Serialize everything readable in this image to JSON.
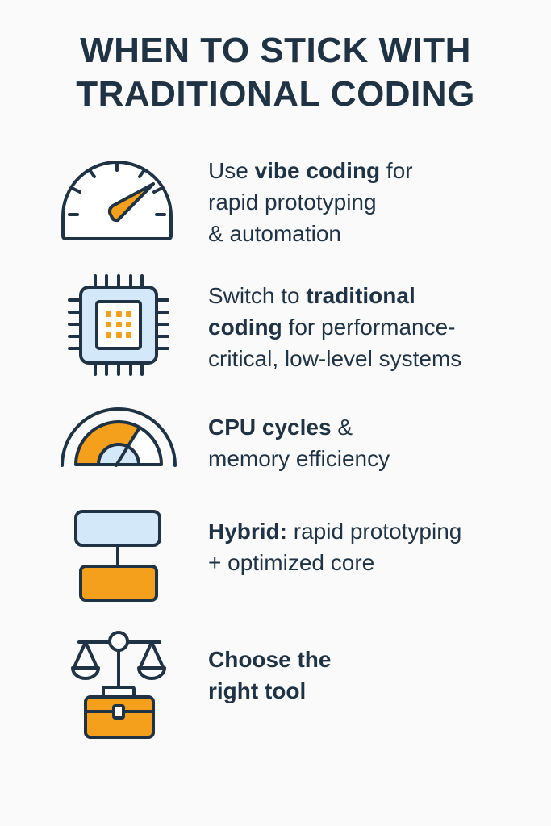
{
  "title": {
    "line1": "WHEN TO STICK WITH",
    "line2": "TRADITIONAL CODING"
  },
  "colors": {
    "background": "#fafafa",
    "ink": "#1f3344",
    "accent_orange": "#f5a01d",
    "accent_blue": "#d3e8f8"
  },
  "items": [
    {
      "icon": "speedometer-icon",
      "lines": [
        {
          "pre": "Use ",
          "bold": "vibe coding",
          "post": " for"
        },
        {
          "pre": "rapid prototyping",
          "bold": "",
          "post": ""
        },
        {
          "pre": "& automation",
          "bold": "",
          "post": ""
        }
      ]
    },
    {
      "icon": "cpu-chip-icon",
      "lines": [
        {
          "pre": "Switch to ",
          "bold": "traditional",
          "post": ""
        },
        {
          "pre": "",
          "bold": "coding",
          "post": " for performance-"
        },
        {
          "pre": "critical, low-level systems",
          "bold": "",
          "post": ""
        }
      ]
    },
    {
      "icon": "gauge-efficiency-icon",
      "lines": [
        {
          "pre": "",
          "bold": "CPU cycles",
          "post": " &"
        },
        {
          "pre": "memory efficiency",
          "bold": "",
          "post": ""
        }
      ]
    },
    {
      "icon": "hybrid-blocks-icon",
      "lines": [
        {
          "pre": "",
          "bold": "Hybrid:",
          "post": " rapid prototyping"
        },
        {
          "pre": "+ optimized core",
          "bold": "",
          "post": ""
        }
      ]
    },
    {
      "icon": "scales-toolbox-icon",
      "lines": [
        {
          "pre": "",
          "bold": "Choose the",
          "post": ""
        },
        {
          "pre": "",
          "bold": "right tool",
          "post": ""
        }
      ]
    }
  ]
}
